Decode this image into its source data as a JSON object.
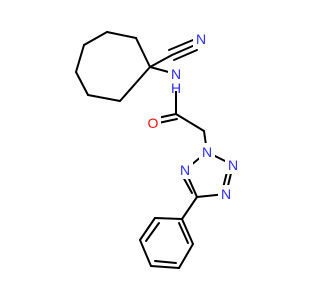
{
  "colors": {
    "bond": "#000000",
    "carbon": "#000000",
    "nitrogen": "#2c2cff",
    "oxygen": "#ff0d0d",
    "background": "#ffffff"
  },
  "atoms": {
    "n_nitrile": "N",
    "n_amide": "N",
    "h_amide": "H",
    "o_carbonyl": "O",
    "n_tetrazole_2": "N",
    "n_tetrazole_3": "N",
    "n_tetrazole_4": "N",
    "n_tetrazole_1": "N"
  }
}
